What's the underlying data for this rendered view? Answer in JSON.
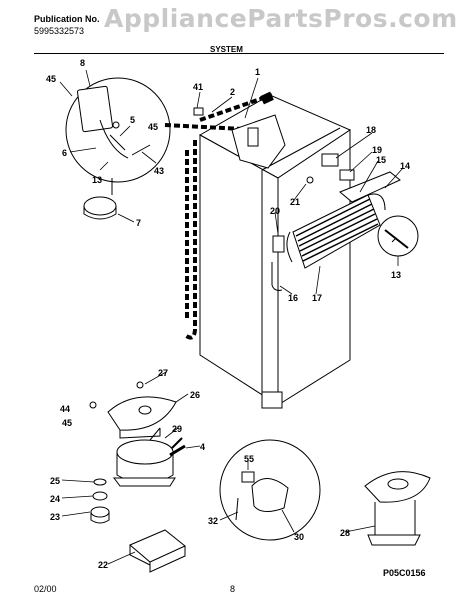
{
  "header": {
    "publication_label": "Publication No.",
    "publication_number": "5995332573",
    "watermark": "AppliancePartsPros.com",
    "section_title": "SYSTEM"
  },
  "footer": {
    "date": "02/00",
    "page": "8",
    "drawing_code": "P05C0156"
  },
  "callouts": [
    "1",
    "2",
    "41",
    "45",
    "8",
    "5",
    "6",
    "13",
    "43",
    "7",
    "18",
    "19",
    "15",
    "14",
    "21",
    "20",
    "16",
    "17",
    "13b",
    "27",
    "26",
    "44",
    "45b",
    "29",
    "4",
    "55",
    "25",
    "24",
    "23",
    "22",
    "32",
    "30",
    "28"
  ],
  "callout_text": {
    "1": "1",
    "2": "2",
    "41": "41",
    "45": "45",
    "8": "8",
    "5": "5",
    "6": "6",
    "13": "13",
    "43": "43",
    "7": "7",
    "18": "18",
    "19": "19",
    "15": "15",
    "14": "14",
    "21": "21",
    "20": "20",
    "16": "16",
    "17": "17",
    "13b": "13",
    "27": "27",
    "26": "26",
    "44": "44",
    "45b": "45",
    "29": "29",
    "4": "4",
    "55": "55",
    "25": "25",
    "24": "24",
    "23": "23",
    "22": "22",
    "32": "32",
    "30": "30",
    "28": "28"
  }
}
